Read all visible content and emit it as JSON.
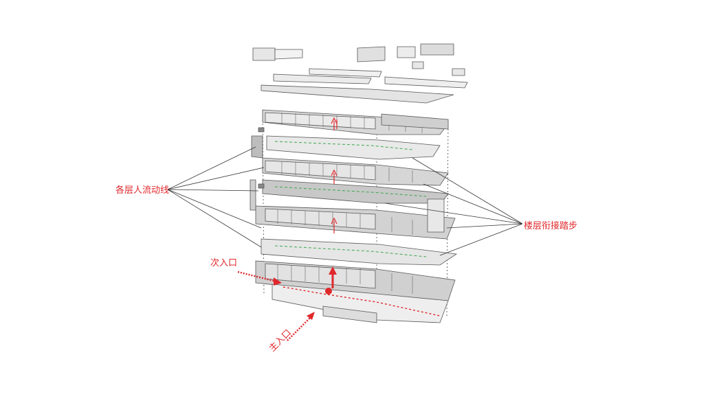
{
  "labels": {
    "circulation": "各层人流动线",
    "stairs": "楼层衔接踏步",
    "secondary_entrance": "次入口",
    "main_entrance": "主入口"
  },
  "colors": {
    "annotation_red": "#e0282c",
    "line": "#555555",
    "slab_light": "#ececec",
    "slab_mid": "#d6d6d6",
    "slab_dark": "#9a9a9a",
    "path_green": "#3aa64a"
  }
}
